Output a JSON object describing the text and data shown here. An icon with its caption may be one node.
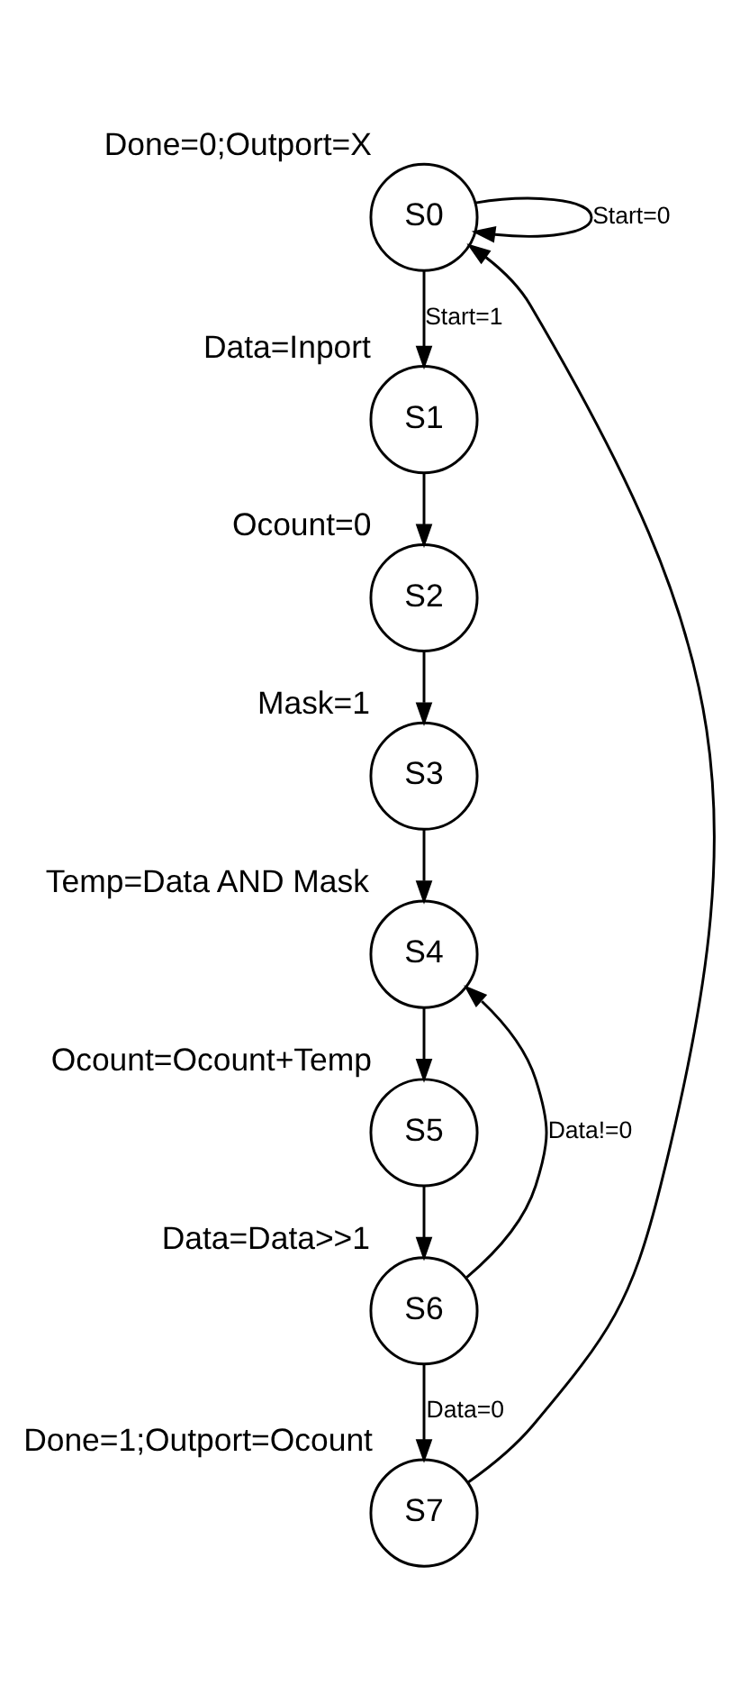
{
  "diagram": {
    "nodes": [
      {
        "text": [
          "S0"
        ],
        "beside": [
          "Done=0;Outport=X"
        ]
      },
      {
        "text": [
          "S1"
        ],
        "beside": [
          "Data=Inport"
        ]
      },
      {
        "text": [
          "S2"
        ],
        "beside": [
          "Ocount=0"
        ]
      },
      {
        "text": [
          "S3"
        ],
        "beside": [
          "Mask=1"
        ]
      },
      {
        "text": [
          "S4"
        ],
        "beside": [
          "Temp=Data AND Mask"
        ]
      },
      {
        "text": [
          "S5"
        ],
        "beside": [
          "Ocount=Ocount+Temp"
        ]
      },
      {
        "text": [
          "S6"
        ],
        "beside": [
          "Data=Data>>1"
        ]
      },
      {
        "text": [
          "S7"
        ],
        "beside": [
          "Done=1;Outport=Ocount"
        ]
      }
    ],
    "edges": [
      {
        "from": 0,
        "to": 0,
        "arrow": "to",
        "label": "Start=0"
      },
      {
        "from": 0,
        "to": 1,
        "arrow": "to",
        "label": "Start=1"
      },
      {
        "from": 1,
        "to": 2,
        "arrow": "to"
      },
      {
        "from": 2,
        "to": 3,
        "arrow": "to"
      },
      {
        "from": 3,
        "to": 4,
        "arrow": "to"
      },
      {
        "from": 4,
        "to": 5,
        "arrow": "to"
      },
      {
        "from": 5,
        "to": 6,
        "arrow": "to"
      },
      {
        "from": 6,
        "to": 4,
        "arrow": "to",
        "label": "Data!=0"
      },
      {
        "from": 6,
        "to": 7,
        "arrow": "to",
        "label": "Data=0"
      },
      {
        "from": 7,
        "to": 0,
        "arrow": "to"
      }
    ]
  }
}
